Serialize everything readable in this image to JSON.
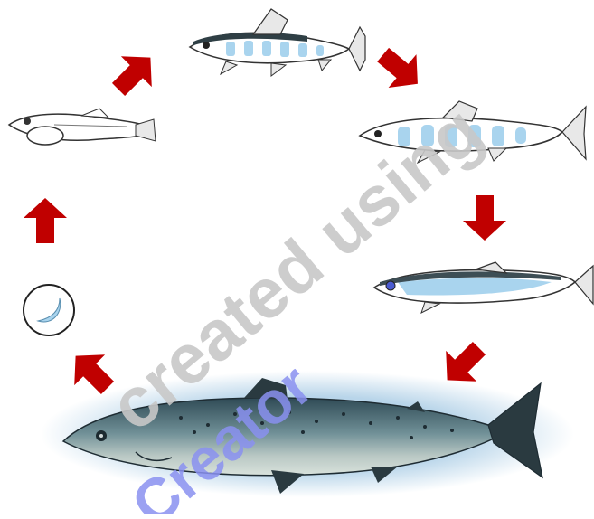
{
  "diagram": {
    "type": "lifecycle",
    "stages": [
      {
        "id": "egg",
        "icon": "egg-icon"
      },
      {
        "id": "alevin",
        "icon": "alevin-fish-icon"
      },
      {
        "id": "fry",
        "icon": "fry-fish-icon"
      },
      {
        "id": "parr",
        "icon": "parr-fish-icon"
      },
      {
        "id": "smolt",
        "icon": "smolt-fish-icon"
      },
      {
        "id": "adult",
        "icon": "adult-salmon-icon"
      }
    ],
    "arrow_color": "#c00000",
    "parr_mark_color": "#a9d4ee"
  },
  "watermark": {
    "line1": "created using",
    "line2": "Creator",
    "color_gray": "#c8c8c8",
    "color_blue": "#8a90f0"
  }
}
